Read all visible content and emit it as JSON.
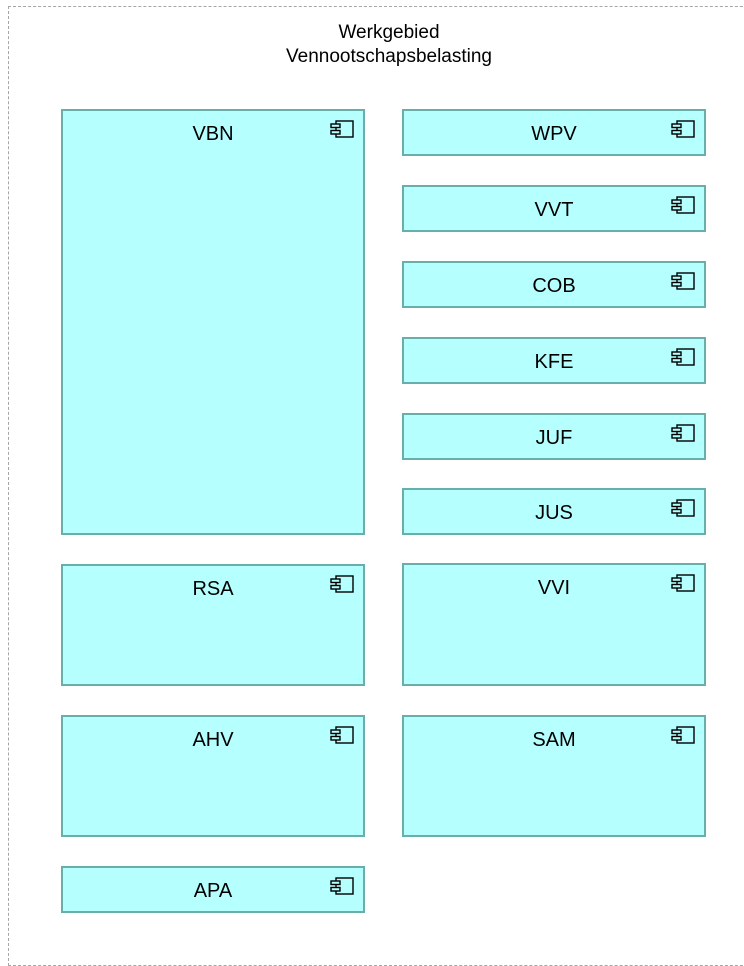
{
  "group": {
    "title_line1": "Werkgebied",
    "title_line2": "Vennootschapsbelasting",
    "border_color": "#a6a6a6"
  },
  "style": {
    "component_fill": "#b5fffe",
    "component_border": "#67aeac",
    "icon_name": "component-icon"
  },
  "components": {
    "vbn": "VBN",
    "wpv": "WPV",
    "vvt": "VVT",
    "cob": "COB",
    "kfe": "KFE",
    "juf": "JUF",
    "jus": "JUS",
    "rsa": "RSA",
    "vvi": "VVI",
    "ahv": "AHV",
    "sam": "SAM",
    "apa": "APA"
  }
}
